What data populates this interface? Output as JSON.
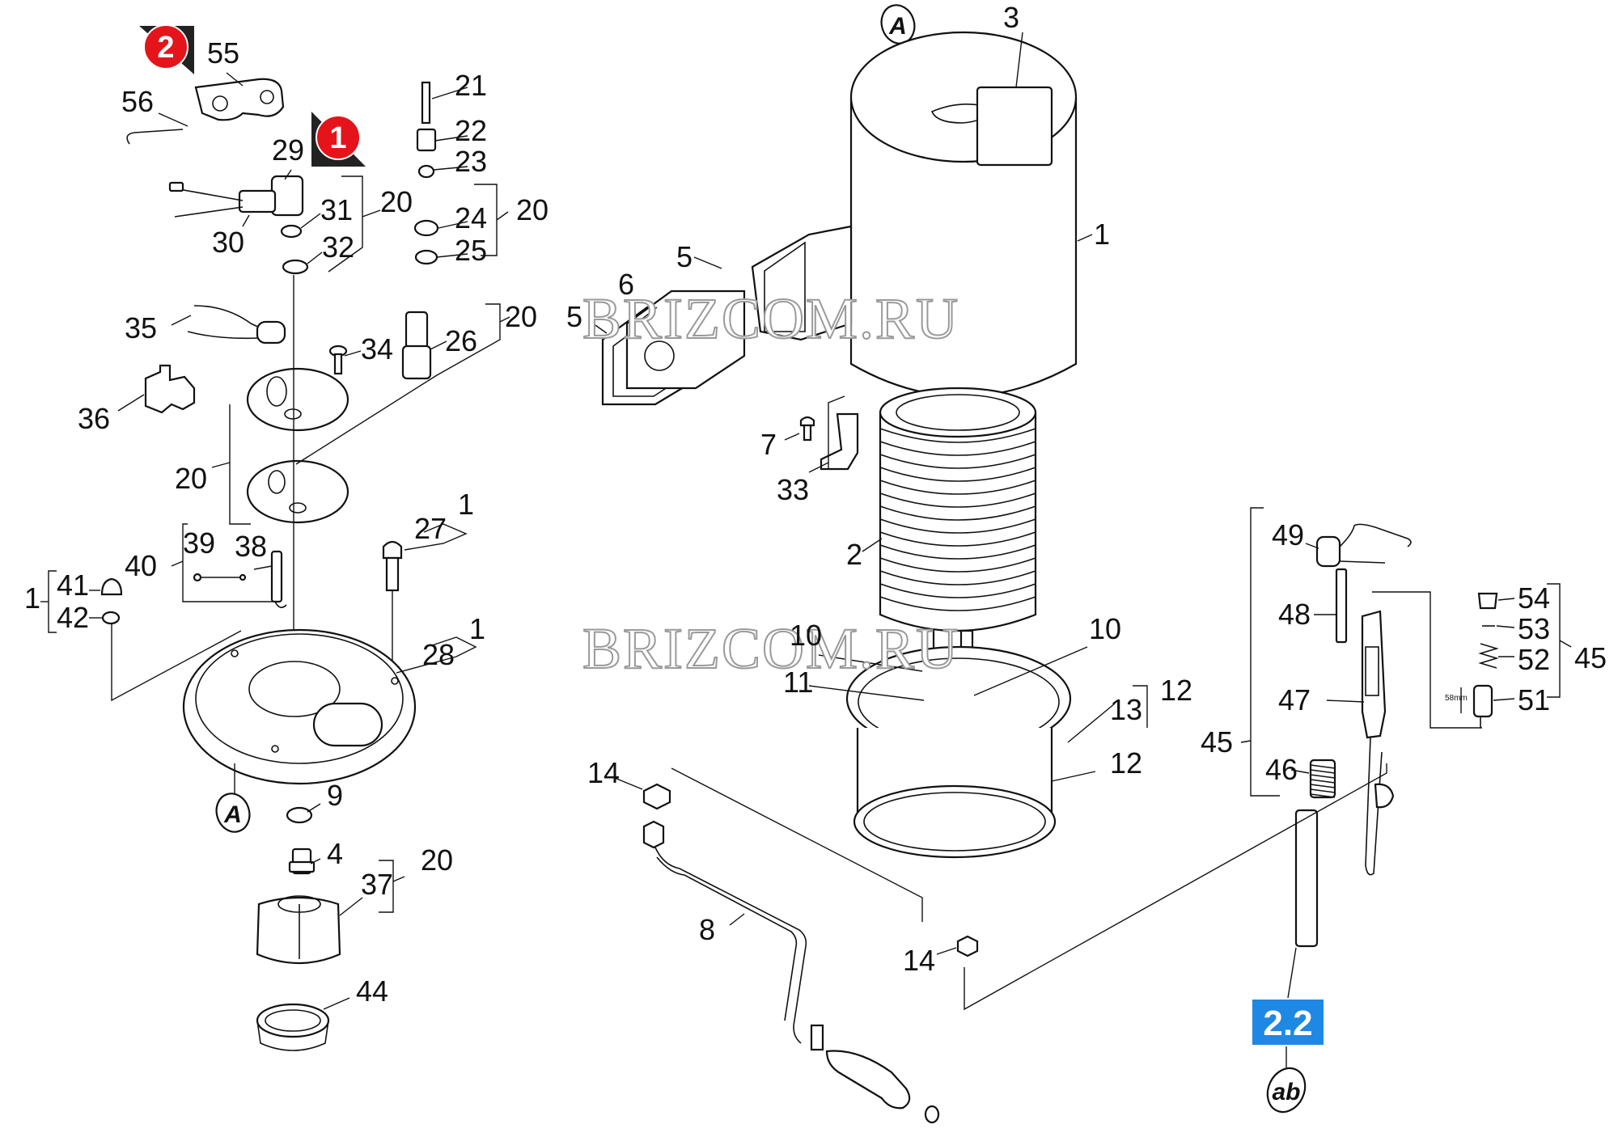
{
  "watermark": "BRIZCOM.RU",
  "refs": {
    "top": "A",
    "bottom": "A",
    "tube": "ab"
  },
  "badges": {
    "one": "1",
    "two": "2",
    "section": "2.2"
  },
  "colors": {
    "badge_red": "#e5141b",
    "badge_blue": "#1e88e5"
  },
  "dim_label": "58mm",
  "labels": {
    "l55": "55",
    "l56": "56",
    "l29": "29",
    "l30": "30",
    "l31": "31",
    "l32": "32",
    "l20a": "20",
    "l21": "21",
    "l22": "22",
    "l23": "23",
    "l24": "24",
    "l25": "25",
    "l20b": "20",
    "l35": "35",
    "l34": "34",
    "l26": "26",
    "l20c": "20",
    "l36": "36",
    "l20d": "20",
    "l27": "27",
    "l1a": "1",
    "l40": "40",
    "l39": "39",
    "l38": "38",
    "l1b": "1",
    "l41": "41",
    "l42": "42",
    "l28": "28",
    "l1c": "1",
    "l9": "9",
    "l4": "4",
    "l37": "37",
    "l20e": "20",
    "l44": "44",
    "l3": "3",
    "l1d": "1",
    "l5a": "5",
    "l6": "6",
    "l5b": "5",
    "l7": "7",
    "l33": "33",
    "l2": "2",
    "l10a": "10",
    "l10b": "10",
    "l11": "11",
    "l12a": "12",
    "l13": "13",
    "l12b": "12",
    "l14a": "14",
    "l14b": "14",
    "l8": "8",
    "l49": "49",
    "l48": "48",
    "l47": "47",
    "l45a": "45",
    "l46": "46",
    "l54": "54",
    "l53": "53",
    "l52": "52",
    "l51": "51",
    "l45b": "45"
  }
}
